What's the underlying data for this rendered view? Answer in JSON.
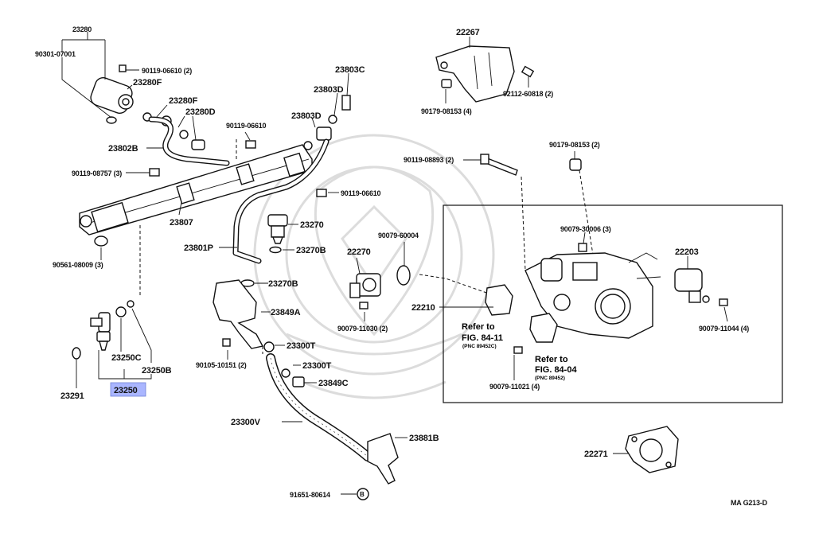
{
  "diagram": {
    "type": "exploded parts diagram",
    "highlighted_part": "23250",
    "highlight_color": "#aab6ff",
    "figure_code": "MA  G213-D",
    "references": [
      {
        "text1": "Refer to",
        "text2": "FIG. 84-11",
        "pnc": "(PNC 89452C)"
      },
      {
        "text1": "Refer to",
        "text2": "FIG. 84-04",
        "pnc": "(PNC 89452)"
      }
    ],
    "callouts": {
      "c23280": "23280",
      "c90301": "90301-07001",
      "c90119_06610_2": "90119-06610 (2)",
      "c23280F_a": "23280F",
      "c23280F_b": "23280F",
      "c23280D_a": "23280D",
      "c23802B": "23802B",
      "c90119_08757": "90119-08757 (3)",
      "c23807": "23807",
      "c90561": "90561-08009 (3)",
      "c23803C": "23803C",
      "c23803D_a": "23803D",
      "c23803D_b": "23803D",
      "c90119_06610_a": "90119-06610",
      "c90119_06610_b": "90119-06610",
      "c23270": "23270",
      "c23801P": "23801P",
      "c23270B_a": "23270B",
      "c23270B_b": "23270B",
      "c23849A": "23849A",
      "c23300T_a": "23300T",
      "c23300T_b": "23300T",
      "c23849C": "23849C",
      "c90105": "90105-10151 (2)",
      "c23300V": "23300V",
      "c23881B": "23881B",
      "c91651": "91651-80614",
      "c23250C": "23250C",
      "c23250B": "23250B",
      "c23250": "23250",
      "c23291": "23291",
      "c22267": "22267",
      "c90179_08153_4": "90179-08153 (4)",
      "c92112": "92112-60818 (2)",
      "c90119_08893": "90119-08893 (2)",
      "c90179_08153_2": "90179-08153 (2)",
      "c90079_60004": "90079-60004",
      "c22270": "22270",
      "c90079_30006": "90079-30006 (3)",
      "c22203": "22203",
      "c22210": "22210",
      "c90079_11030": "90079-11030 (2)",
      "c90079_11044": "90079-11044 (4)",
      "c90079_11021": "90079-11021 (4)",
      "c22271": "22271"
    }
  }
}
